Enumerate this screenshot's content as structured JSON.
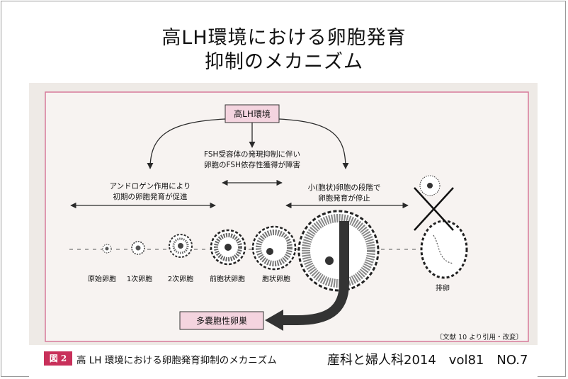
{
  "slide": {
    "title_line1": "高LH環境における卵胞発育",
    "title_line2": "抑制のメカニズム",
    "source": "産科と婦人科2014　vol81　NO.7"
  },
  "figure": {
    "badge": "図 2",
    "caption": "高 LH 環境における卵胞発育抑制のメカニズム",
    "citation": "〔文献 10 より引用・改変〕",
    "top_box": "高LH環境",
    "center_text_1": "FSH受容体の発現抑制に伴い",
    "center_text_2": "卵胞のFSH依存性獲得が障害",
    "left_text_1": "アンドロゲン作用により",
    "left_text_2": "初期の卵胞発育が促進",
    "right_text_1": "小(胞状)卵胞の段階で",
    "right_text_2": "卵胞発育が停止",
    "bottom_box": "多嚢胞性卵巣",
    "stages": [
      "原始卵胞",
      "1次卵胞",
      "2次卵胞",
      "前胞状卵胞",
      "胞状卵胞",
      "排卵"
    ],
    "colors": {
      "border": "#d77a9a",
      "box_fill": "#f4d4df",
      "arrow": "#2a2a2a",
      "badge": "#c8305a"
    }
  }
}
